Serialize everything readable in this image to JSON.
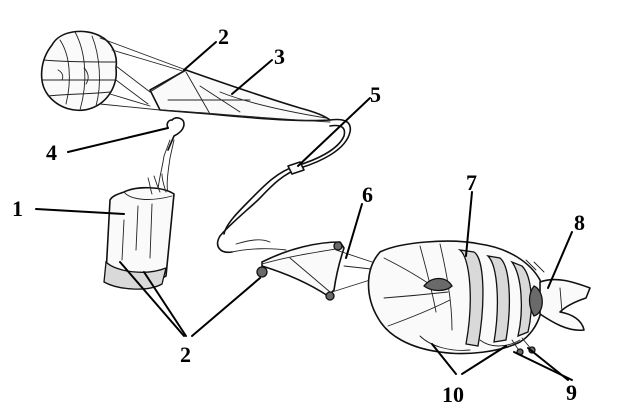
{
  "labels": {
    "l1": "1",
    "l2_top": "2",
    "l2_bottom": "2",
    "l3": "3",
    "l4": "4",
    "l5": "5",
    "l6": "6",
    "l7": "7",
    "l8": "8",
    "l9": "9",
    "l10": "10"
  },
  "colors": {
    "ink": "#111111",
    "shade": "#d9d9d9",
    "paper": "#ffffff"
  }
}
